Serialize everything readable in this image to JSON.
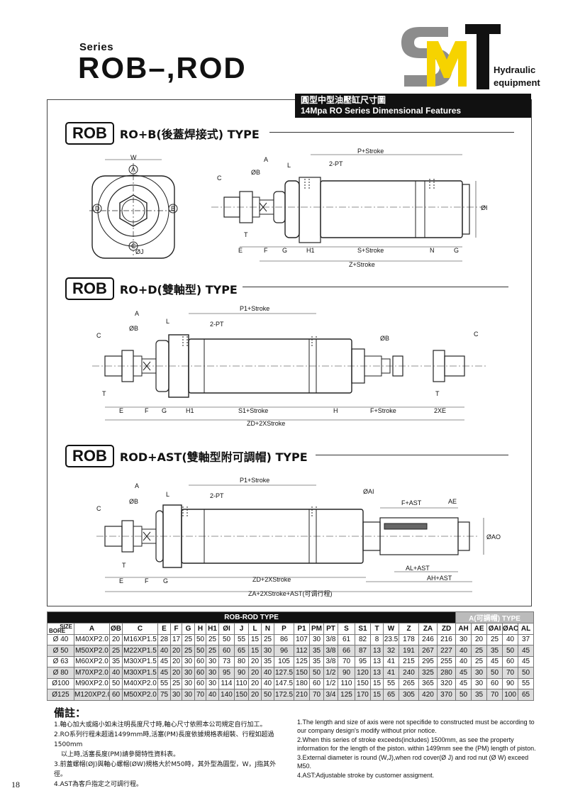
{
  "header": {
    "series_label": "Series",
    "series_title": "ROB–,ROD",
    "logo_letters": "SMT",
    "logo_line1": "Hydraulic",
    "logo_line2": "equipment",
    "banner_zh": "圓型中型油壓缸尺寸圖",
    "banner_en": "14Mpa RO Series Dimensional Features"
  },
  "colors": {
    "logo_gray": "#8c8c8c",
    "logo_yellow": "#f6d300",
    "logo_black": "#111111",
    "table_header": "#111111",
    "row_shade": "#dddddd"
  },
  "sections": [
    {
      "badge": "ROB",
      "title": "RO+B(後蓋焊接式) TYPE"
    },
    {
      "badge": "ROB",
      "title": "RO+D(雙軸型) TYPE"
    },
    {
      "badge": "ROB",
      "title": "ROD+AST(雙軸型附可調帽) TYPE"
    }
  ],
  "diagram1": {
    "front": {
      "W": "W",
      "A": "A",
      "B": "B",
      "C": "C",
      "D": "D",
      "J": "ØJ"
    },
    "A": "A",
    "B": "ØB",
    "C": "C",
    "L": "L",
    "PT": "2-PT",
    "P": "P+Stroke",
    "I": "ØI",
    "T": "T",
    "E": "E",
    "F": "F",
    "G": "G",
    "H1": "H1",
    "S": "S+Stroke",
    "N": "N",
    "G2": "G",
    "Z": "Z+Stroke"
  },
  "diagram2": {
    "A": "A",
    "B": "ØB",
    "C": "C",
    "L": "L",
    "PT": "2-PT",
    "P1": "P1+Stroke",
    "B2": "ØB",
    "C2": "C",
    "T": "T",
    "T2": "T",
    "E": "E",
    "F": "F",
    "G": "G",
    "H1": "H1",
    "S1": "S1+Stroke",
    "H": "H",
    "F2": "F+Stroke",
    "XE": "2XE",
    "ZD": "ZD+2XStroke"
  },
  "diagram3": {
    "A": "A",
    "B": "ØB",
    "C": "C",
    "L": "L",
    "PT": "2-PT",
    "P1": "P1+Stroke",
    "AI": "ØAI",
    "FAST": "F+AST",
    "AE": "AE",
    "AO": "ØAO",
    "T": "T",
    "E": "E",
    "F": "F",
    "G": "G",
    "ZD": "ZD+2XStroke",
    "ALAST": "AL+AST",
    "AHAST": "AH+AST",
    "ZA": "ZA+2XStroke+AST(可调行程)"
  },
  "table": {
    "title": "ROB-ROD TYPE",
    "adj_title": "A(可調帽) TYPE",
    "bore_label": "BORE",
    "size_label": "SIZE",
    "columns": [
      "A",
      "ØB",
      "C",
      "E",
      "F",
      "G",
      "H",
      "H1",
      "ØI",
      "J",
      "L",
      "N",
      "P",
      "P1",
      "PM",
      "PT",
      "S",
      "S1",
      "T",
      "W",
      "Z",
      "ZA",
      "ZD",
      "AH",
      "AE",
      "ØAI",
      "ØAO",
      "AL"
    ],
    "rows": [
      {
        "bore": "Ø 40",
        "cells": [
          "M40XP2.0",
          "20",
          "M16XP1.5",
          "28",
          "17",
          "25",
          "50",
          "25",
          "50",
          "55",
          "15",
          "25",
          "86",
          "107",
          "30",
          "3/8",
          "61",
          "82",
          "8",
          "23.5",
          "178",
          "246",
          "216",
          "30",
          "20",
          "25",
          "40",
          "37"
        ]
      },
      {
        "bore": "Ø 50",
        "cells": [
          "M50XP2.0",
          "25",
          "M22XP1.5",
          "40",
          "20",
          "25",
          "50",
          "25",
          "60",
          "65",
          "15",
          "30",
          "96",
          "112",
          "35",
          "3/8",
          "66",
          "87",
          "13",
          "32",
          "191",
          "267",
          "227",
          "40",
          "25",
          "35",
          "50",
          "45"
        ]
      },
      {
        "bore": "Ø 63",
        "cells": [
          "M60XP2.0",
          "35",
          "M30XP1.5",
          "45",
          "20",
          "30",
          "60",
          "30",
          "73",
          "80",
          "20",
          "35",
          "105",
          "125",
          "35",
          "3/8",
          "70",
          "95",
          "13",
          "41",
          "215",
          "295",
          "255",
          "40",
          "25",
          "45",
          "60",
          "45"
        ]
      },
      {
        "bore": "Ø 80",
        "cells": [
          "M70XP2.0",
          "40",
          "M30XP1.5",
          "45",
          "20",
          "30",
          "60",
          "30",
          "95",
          "90",
          "20",
          "40",
          "127.5",
          "150",
          "50",
          "1/2",
          "90",
          "120",
          "13",
          "41",
          "240",
          "325",
          "280",
          "45",
          "30",
          "50",
          "70",
          "50"
        ]
      },
      {
        "bore": "Ø100",
        "cells": [
          "M90XP2.0",
          "50",
          "M40XP2.0",
          "55",
          "25",
          "30",
          "60",
          "30",
          "114",
          "110",
          "20",
          "40",
          "147.5",
          "180",
          "60",
          "1/2",
          "110",
          "150",
          "15",
          "55",
          "265",
          "365",
          "320",
          "45",
          "30",
          "60",
          "90",
          "55"
        ]
      },
      {
        "bore": "Ø125",
        "cells": [
          "M120XP2.0",
          "60",
          "M50XP2.0",
          "75",
          "30",
          "30",
          "70",
          "40",
          "140",
          "150",
          "20",
          "50",
          "172.5",
          "210",
          "70",
          "3/4",
          "125",
          "170",
          "15",
          "65",
          "305",
          "420",
          "370",
          "50",
          "35",
          "70",
          "100",
          "65"
        ]
      }
    ]
  },
  "notes": {
    "title": "備註：",
    "zh": [
      "1.軸心加大或縮小如未注明長度尺寸時,軸心尺寸依照本公司規定自行加工。",
      "2.RO系列行程未超過1499mm時,活塞(PM)長度依據規格表組裝、行程如超過1500mm",
      "   以上時,活塞長度(PM)請參閱特性資料表。",
      "3.前蓋螺帽(ØJ)與軸心螺帽(ØW)規格大於M50時，其外型為圓型，W，J指其外徑。",
      "4.AST為客戶指定之可調行程。"
    ],
    "en": [
      "1.The length and size of axis were not specifide to constructed must be according to our company design's modify without prior notice.",
      "2.When this series of stroke exceeds(includes) 1500mm, as see the property information for the length of the piston. within 1499mm see the (PM) length of piston.",
      "3.External diameter is round (W,J),when rod cover(Ø J) and rod nut (Ø W) exceed M50.",
      "4.AST:Adjustable stroke by customer assigment."
    ]
  },
  "page_number": "18"
}
